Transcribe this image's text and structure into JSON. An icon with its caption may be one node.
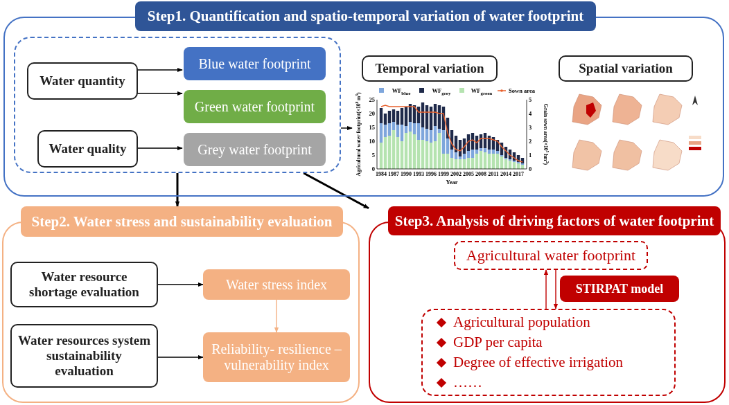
{
  "diagram": {
    "nodes": [
      {
        "text": [
          "Step1. Quantification and spatio-temporal variation of water footprint"
        ]
      },
      {
        "text": [],
        "shape": "box",
        "in": 0
      },
      {
        "text": [
          "Water quantity"
        ],
        "in": 1
      },
      {
        "text": [
          "Blue water footprint"
        ],
        "in": 1
      },
      {
        "text": [
          "Green water footprint"
        ],
        "in": 1
      },
      {
        "text": [
          "Water quality"
        ],
        "in": 1
      },
      {
        "text": [
          "Grey water footprint"
        ],
        "in": 1
      },
      {
        "text": [
          "Temporal variation"
        ],
        "in": 0
      },
      {
        "text": [
          "Spatial variation"
        ],
        "in": 0
      },
      {
        "text": [],
        "shape": "chart",
        "in": 0
      },
      {
        "text": [],
        "shape": "picture",
        "in": 0
      },
      {
        "text": [
          "Step2. Water stress and sustainability evaluation"
        ]
      },
      {
        "text": [
          "Water resource shortage evaluation"
        ],
        "in": 11
      },
      {
        "text": [
          "Water stress index"
        ],
        "in": 11
      },
      {
        "text": [
          "Water resources system sustainability evaluation"
        ],
        "in": 11
      },
      {
        "text": [
          "Reliability- resilience –vulnerability index"
        ],
        "in": 11
      },
      {
        "text": [
          "Step3. Analysis of driving factors of  water footprint"
        ]
      },
      {
        "text": [
          "Agricultural water footprint"
        ],
        "in": 16
      },
      {
        "text": [
          "STIRPAT model"
        ],
        "in": 16
      },
      {
        "text": [
          "Agricultural population",
          "GDP per capita",
          "Degree of effective irrigation",
          "……"
        ],
        "in": 16
      }
    ],
    "edges": [
      {
        "from": 2,
        "to": 3,
        "arrow": "to"
      },
      {
        "from": 2,
        "to": 4,
        "arrow": "to"
      },
      {
        "from": 5,
        "to": 6,
        "arrow": "to"
      },
      {
        "from": 1,
        "to": 9,
        "arrow": "to"
      },
      {
        "from": 1,
        "to": 11,
        "arrow": "to",
        "style": "thick"
      },
      {
        "from": 1,
        "to": 16,
        "arrow": "to",
        "style": "thick"
      },
      {
        "from": 12,
        "to": 13,
        "arrow": "to"
      },
      {
        "from": 13,
        "to": 15,
        "arrow": "to",
        "color": "#f4b183"
      },
      {
        "from": 14,
        "to": 15,
        "arrow": "to"
      },
      {
        "from": 19,
        "to": 17,
        "arrow": "to",
        "color": "#c00000"
      },
      {
        "from": 17,
        "to": 19,
        "arrow": "to",
        "color": "#c00000"
      }
    ],
    "chart_data": {
      "type": "bar",
      "stacked": true,
      "legend": "top",
      "xlabel": "Year",
      "ylabel": "Agricultural water footprint(×10$^{8}$ m$^{3}$)",
      "x": [
        1984,
        1985,
        1986,
        1987,
        1988,
        1989,
        1990,
        1991,
        1992,
        1993,
        1994,
        1995,
        1996,
        1997,
        1998,
        1999,
        2000,
        2001,
        2002,
        2003,
        2004,
        2005,
        2006,
        2007,
        2008,
        2009,
        2010,
        2011,
        2012,
        2013,
        2014,
        2015,
        2016,
        2017,
        2018
      ],
      "xlim": [
        1983,
        2019
      ],
      "xticks": [
        1984,
        1987,
        1990,
        1993,
        1996,
        1999,
        2002,
        2005,
        2008,
        2011,
        2014,
        2017
      ],
      "yticks": [
        0,
        5,
        10,
        15,
        20,
        25
      ],
      "ylim": [
        0,
        25
      ],
      "y2label": "Grain sown area(×10$^{5}$ hm$^{2}$)",
      "y2ticks": [
        0,
        1,
        2,
        3,
        4,
        5
      ],
      "y2lim": [
        0,
        5
      ],
      "series": [
        {
          "name": "WF$_{blue}$",
          "color": "#7ea6dc",
          "values": [
            7,
            4.5,
            4.5,
            3,
            4.5,
            6,
            2.5,
            3.5,
            4,
            6,
            4.5,
            4.5,
            4.5,
            5.5,
            1.5,
            8.5,
            5.5,
            3,
            2.5,
            1,
            2,
            2.5,
            3,
            1.5,
            1,
            1.5,
            1.5,
            1.5,
            1,
            0.5,
            0.5,
            0.5,
            0.5,
            0.5,
            0.5
          ]
        },
        {
          "name": "WF$_{grey}$",
          "color": "#1f2a4a",
          "values": [
            5.5,
            4,
            4.5,
            4.5,
            5,
            6,
            7,
            6.5,
            6.5,
            6,
            9,
            8.5,
            8.5,
            8,
            8.5,
            8.5,
            7.5,
            7,
            6,
            6,
            5.5,
            6,
            6,
            5,
            5,
            5.5,
            5,
            4.5,
            4,
            4.5,
            4,
            3.5,
            3,
            2.5,
            2
          ]
        },
        {
          "name": "WF$_{green}$",
          "color": "#b5e3b0",
          "values": [
            9.5,
            11.5,
            12,
            14,
            11.5,
            10,
            13,
            13.5,
            12.5,
            10.5,
            10.5,
            10,
            9.5,
            10,
            13,
            5.5,
            5.5,
            4,
            3.5,
            3.5,
            3.5,
            4,
            4,
            5.5,
            6.5,
            6,
            5.5,
            5.5,
            5.5,
            4.5,
            3.5,
            3,
            2.5,
            2,
            1.5
          ]
        },
        {
          "name": "Sown area",
          "color": "#e8602c",
          "type": "line",
          "axis": "y2",
          "values": [
            4.5,
            4.6,
            4.5,
            4.5,
            4.5,
            4.5,
            4.5,
            4.5,
            4.5,
            4.1,
            4.1,
            4.1,
            4.1,
            4.1,
            4.0,
            4.0,
            2.6,
            1.8,
            1.4,
            1.3,
            1.6,
            2.0,
            2.1,
            1.9,
            2.2,
            2.2,
            2.2,
            2.1,
            2.0,
            1.6,
            1.3,
            1.0,
            0.8,
            0.6,
            0.5
          ]
        }
      ]
    }
  }
}
